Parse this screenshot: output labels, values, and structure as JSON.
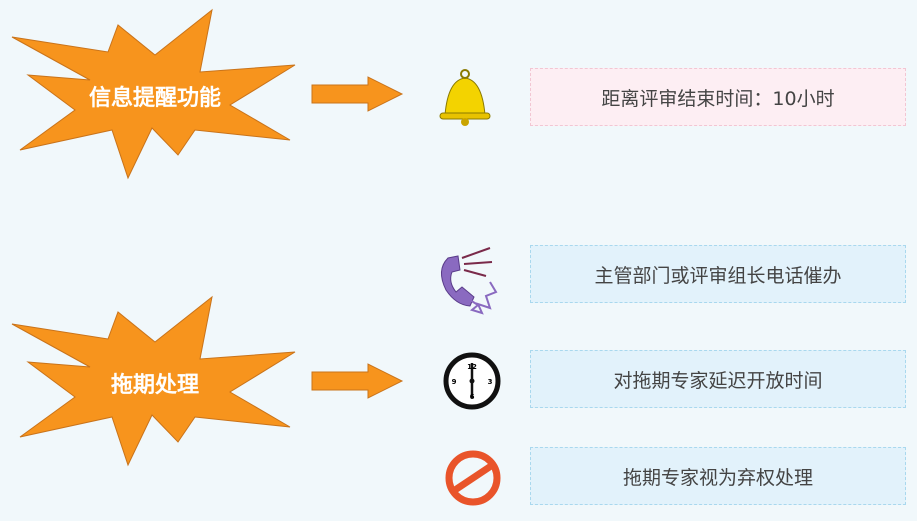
{
  "sections": [
    {
      "title": "信息提醒功能",
      "items": [
        {
          "icon": "bell-icon",
          "text": "距离评审结束时间：10小时"
        }
      ]
    },
    {
      "title": "拖期处理",
      "items": [
        {
          "icon": "phone-icon",
          "text": "主管部门或评审组长电话催办"
        },
        {
          "icon": "alarm-clock-icon",
          "text": "对拖期专家延迟开放时间"
        },
        {
          "icon": "prohibited-icon",
          "text": "拖期专家视为弃权处理"
        }
      ]
    }
  ],
  "colors": {
    "star": "#f7941d",
    "arrow": "#f7941d",
    "box": "#e2f2fb",
    "box_pink": "#fdeef3"
  }
}
